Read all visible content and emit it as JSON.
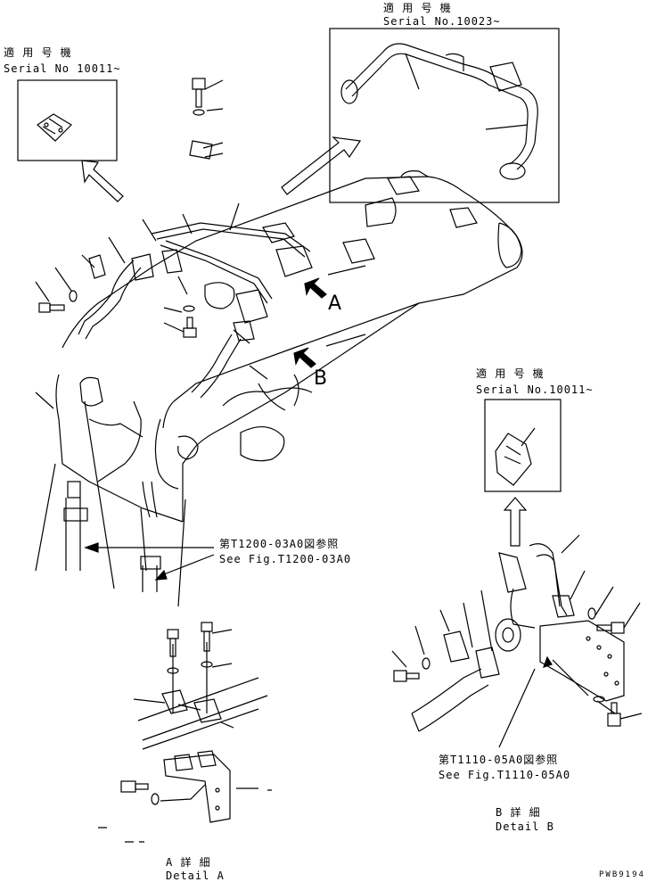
{
  "callouts": {
    "top_left": {
      "jp": "適 用 号 機",
      "en": "Serial No 10011~"
    },
    "top_right": {
      "jp": "適 用 号 機",
      "en": "Serial No.10023~"
    },
    "mid_right": {
      "jp": "適 用 号 機",
      "en": "Serial No.10011~"
    }
  },
  "views": {
    "a": "A",
    "b": "B"
  },
  "refs": {
    "fig_t1200": {
      "jp": "第T1200-03A0図参照",
      "en": "See Fig.T1200-03A0"
    },
    "fig_t1110": {
      "jp": "第T1110-05A0図参照",
      "en": "See Fig.T1110-05A0"
    }
  },
  "details": {
    "a": {
      "jp": "A 詳 細",
      "en": "Detail A"
    },
    "b": {
      "jp": "B 詳 細",
      "en": "Detail B"
    }
  },
  "drawing_no": "PWB9194"
}
